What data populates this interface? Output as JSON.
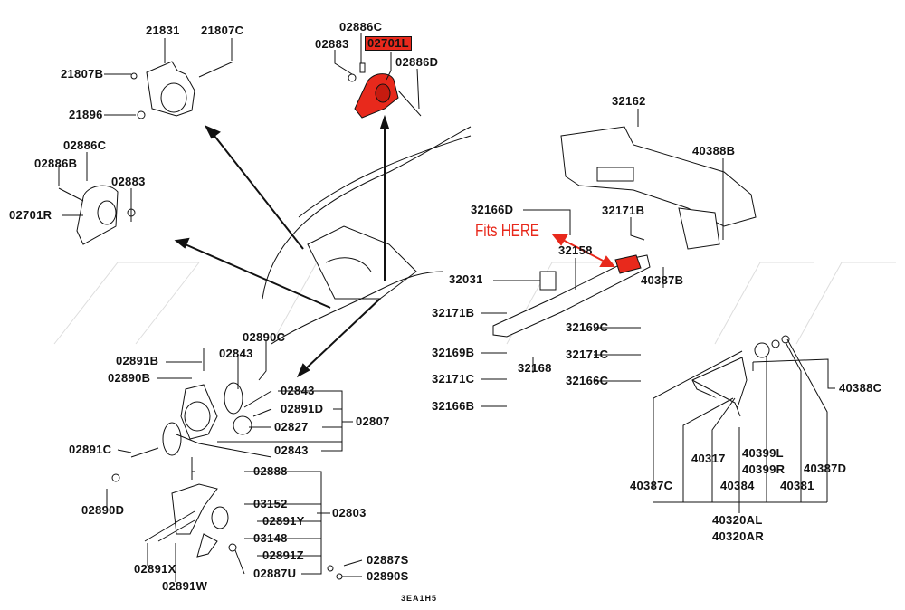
{
  "diagram": {
    "highlight_color": "#e8291c",
    "annotation": "Fits HERE",
    "code": "3EA1H5",
    "highlighted_part": "02701L",
    "labels": {
      "p21831": "21831",
      "p21807C": "21807C",
      "p21807B": "21807B",
      "p21896": "21896",
      "p02886C_l": "02886C",
      "p02886B": "02886B",
      "p02883_l": "02883",
      "p02701R": "02701R",
      "p02886C_t": "02886C",
      "p02883_t": "02883",
      "p02701L": "02701L",
      "p02886D": "02886D",
      "p32162": "32162",
      "p40388B": "40388B",
      "p32166D": "32166D",
      "p32171B_a": "32171B",
      "p32158": "32158",
      "p32031": "32031",
      "p40387B": "40387B",
      "p32171B_b": "32171B",
      "p32169C": "32169C",
      "p32169B": "32169B",
      "p32168": "32168",
      "p32171C_a": "32171C",
      "p32171C_b": "32171C",
      "p32166C": "32166C",
      "p32166B": "32166B",
      "p40388C": "40388C",
      "p40317": "40317",
      "p40399L": "40399L",
      "p40399R": "40399R",
      "p40387D": "40387D",
      "p40387C": "40387C",
      "p40384": "40384",
      "p40381": "40381",
      "p40320AL": "40320AL",
      "p40320AR": "40320AR",
      "p02890C": "02890C",
      "p02891B": "02891B",
      "p02843_a": "02843",
      "p02890B": "02890B",
      "p02843_b": "02843",
      "p02891D": "02891D",
      "p02807": "02807",
      "p02827": "02827",
      "p02891C": "02891C",
      "p02843_c": "02843",
      "p02890D": "02890D",
      "p02888": "02888",
      "p03152": "03152",
      "p02803": "02803",
      "p02891Y": "02891Y",
      "p03148": "03148",
      "p02891Z": "02891Z",
      "p02887S": "02887S",
      "p02887U": "02887U",
      "p02890S": "02890S",
      "p02891X": "02891X",
      "p02891W": "02891W"
    }
  }
}
